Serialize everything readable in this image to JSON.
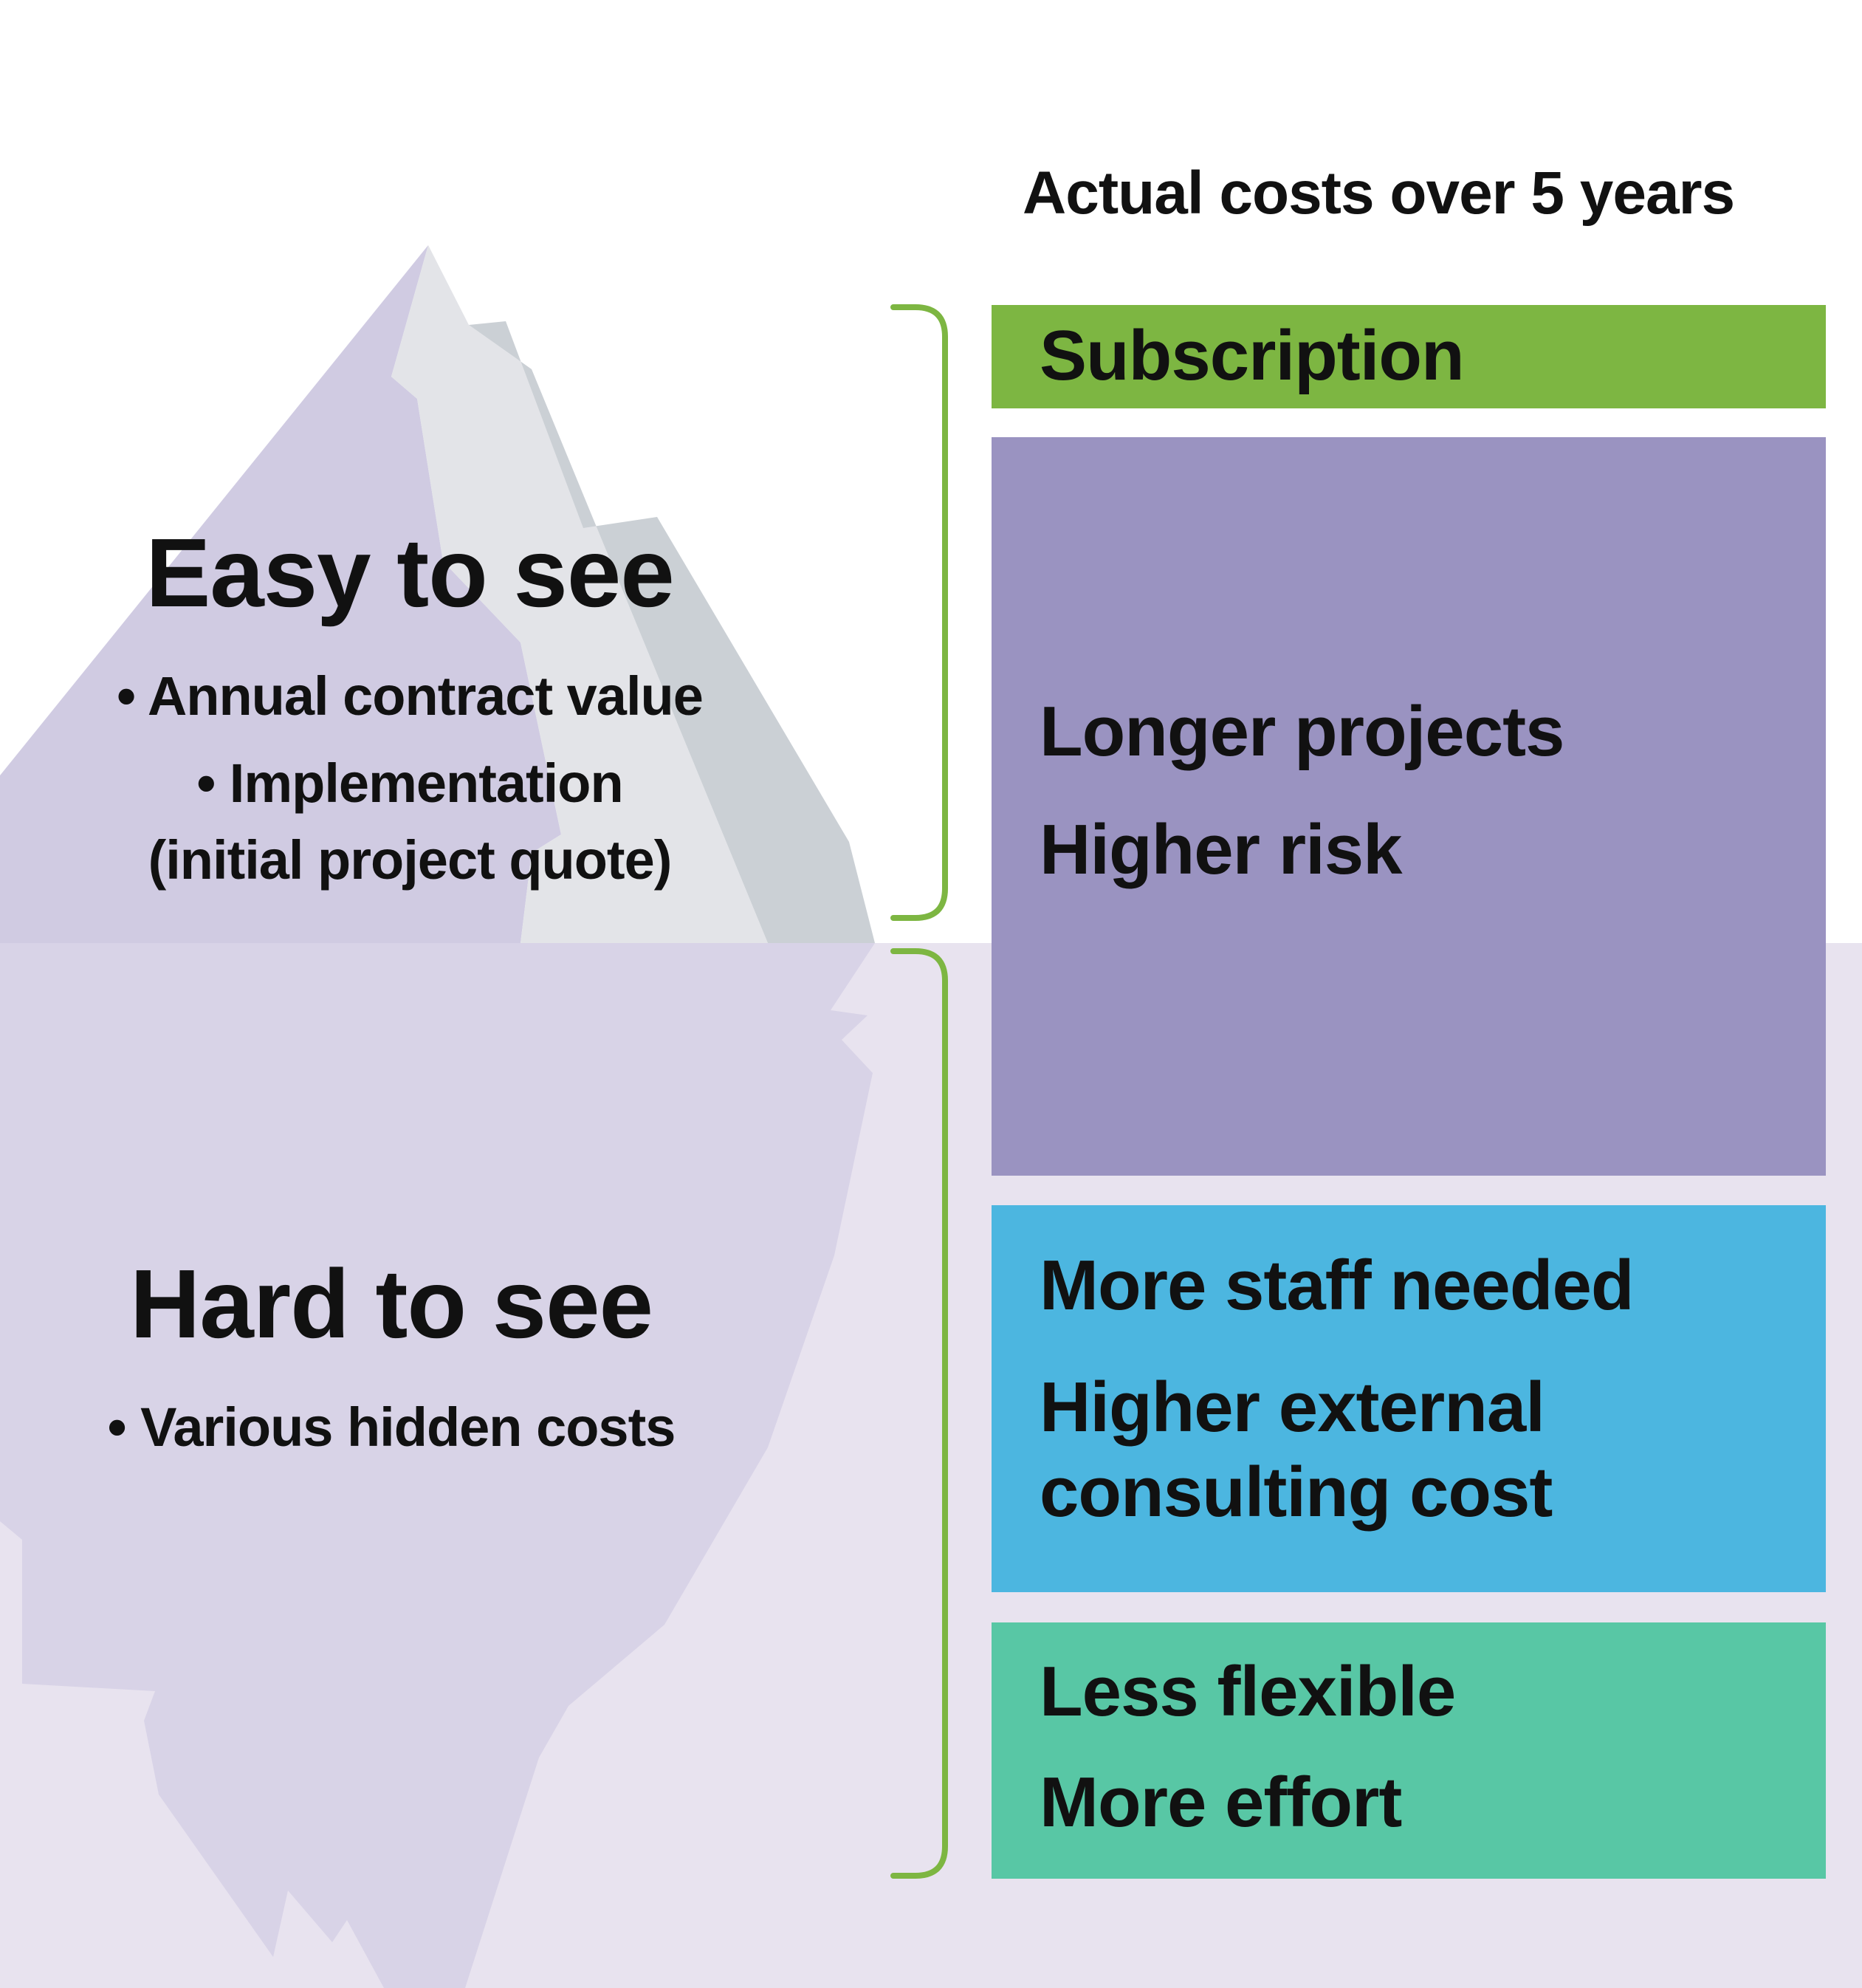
{
  "header": {
    "title": "Actual costs over 5 years"
  },
  "iceberg": {
    "above": {
      "title": "Easy to see",
      "bullets": [
        "• Annual contract value",
        "• Implementation",
        "(initial project quote)"
      ]
    },
    "below": {
      "title": "Hard to see",
      "bullets": [
        "• Various hidden costs"
      ]
    }
  },
  "cost_blocks": [
    {
      "lines": [
        "Subscription"
      ],
      "color": "#7db642"
    },
    {
      "lines": [
        "Longer projects",
        "Higher risk"
      ],
      "color": "#9a93c1"
    },
    {
      "lines": [
        "More staff needed",
        "Higher external",
        "consulting cost"
      ],
      "color": "#4cb6e0"
    },
    {
      "lines": [
        "Less flexible",
        "More effort"
      ],
      "color": "#58c7a5"
    }
  ],
  "colors": {
    "water": "#e8e3ef",
    "iceberg_dark": "#d0cbe2",
    "iceberg_light": "#e3e4e8",
    "iceberg_shadow": "#cbd0d5",
    "iceberg_underwater": "#d8d3e7",
    "bracket": "#7db642"
  }
}
